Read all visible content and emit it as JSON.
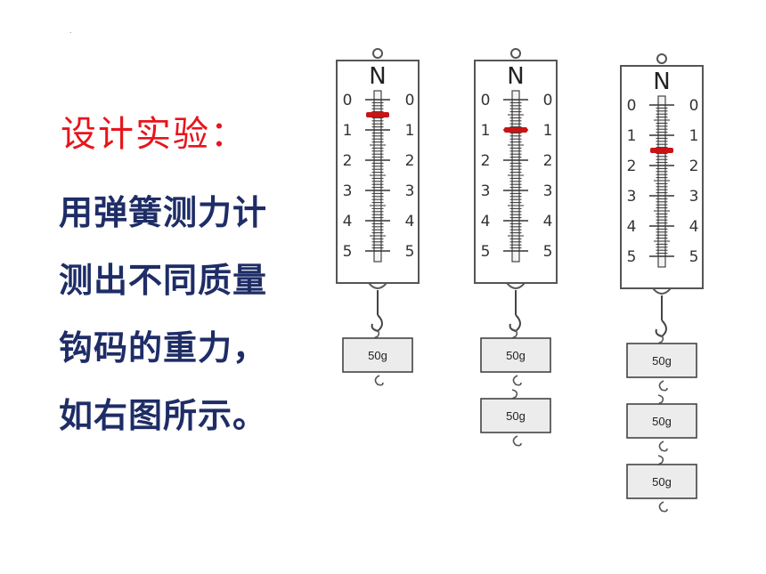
{
  "slide": {
    "title": "设计实验：",
    "lines": [
      "用弹簧测力计",
      "测出不同质量",
      "钩码的重力，",
      "如右图所示。"
    ],
    "dot": "."
  },
  "figure": {
    "unit": "N",
    "scale_labels": [
      "0",
      "1",
      "2",
      "3",
      "4",
      "5"
    ],
    "meters": [
      {
        "reading_n": 0.5,
        "weights": [
          "50g"
        ]
      },
      {
        "reading_n": 1.0,
        "weights": [
          "50g",
          "50g"
        ]
      },
      {
        "reading_n": 1.5,
        "weights": [
          "50g",
          "50g",
          "50g"
        ]
      }
    ],
    "colors": {
      "indicator": "#c81414",
      "frame": "#555555",
      "title": "#e8141c",
      "body_text": "#1e2d66"
    }
  }
}
